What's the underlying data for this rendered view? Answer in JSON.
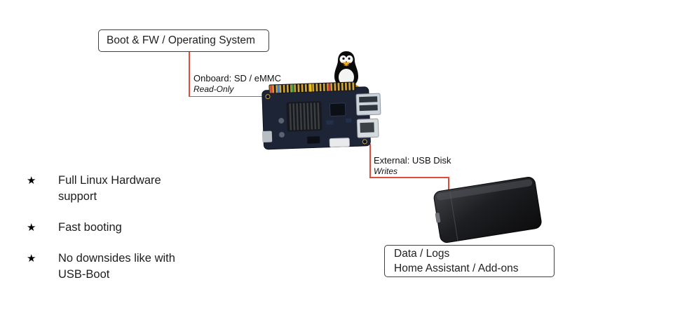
{
  "colors": {
    "connector_red": "#e04b3a",
    "box_border": "#3f4043",
    "text": "#1f1f1f"
  },
  "boot_box": {
    "label": "Boot & FW / Operating System"
  },
  "onboard": {
    "title": "Onboard: SD / eMMC",
    "subtitle": "Read-Only"
  },
  "external": {
    "title": "External: USB Disk",
    "subtitle": "Writes"
  },
  "data_box": {
    "line1": "Data / Logs",
    "line2": "Home Assistant / Add-ons"
  },
  "bullets": {
    "marker": "★",
    "items": [
      "Full Linux Hardware support",
      "Fast booting",
      "No downsides like with USB-Boot"
    ]
  },
  "icons": {
    "mascot": "tux-penguin",
    "board": "single-board-computer",
    "disk": "external-usb-disk"
  }
}
